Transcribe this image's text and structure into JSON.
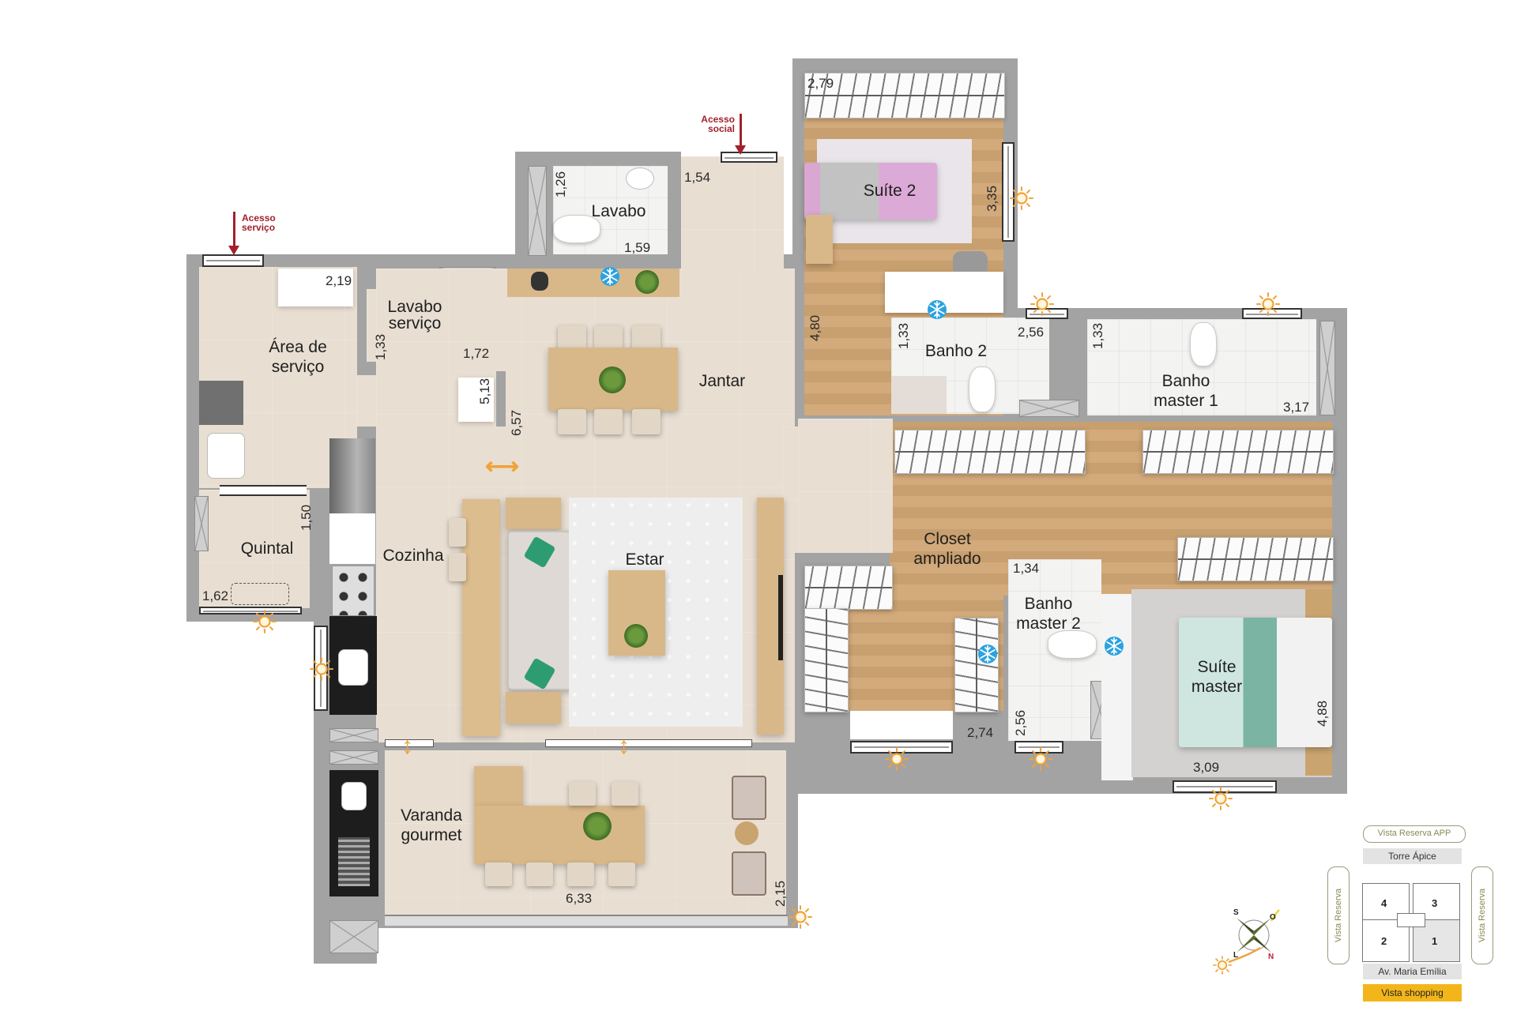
{
  "plan": {
    "access": {
      "service": "Acesso serviço",
      "social": "Acesso social"
    },
    "rooms": {
      "area_servico": "Área de serviço",
      "lavabo_servico": "Lavabo serviço",
      "quintal": "Quintal",
      "cozinha": "Cozinha",
      "lavabo": "Lavabo",
      "jantar": "Jantar",
      "estar": "Estar",
      "varanda_gourmet": "Varanda gourmet",
      "suite_2": "Suíte 2",
      "banho_2": "Banho 2",
      "banho_master_1": "Banho master 1",
      "closet_ampliado": "Closet ampliado",
      "banho_master_2": "Banho master 2",
      "suite_master": "Suíte master"
    },
    "dimensions": {
      "area_servico_w": "2,19",
      "lavabo_servico_h": "1,33",
      "lavabo_servico_w": "1,72",
      "quintal_h": "1,50",
      "quintal_w": "1,62",
      "lavabo_h": "1,26",
      "lavabo_w": "1,59",
      "hall_w": "1,54",
      "cozinha_len": "5,13",
      "living_len": "6,57",
      "varanda_w": "6,33",
      "varanda_h": "2,15",
      "suite2_w": "2,79",
      "suite2_h": "3,35",
      "suite2_len": "4,80",
      "banho2_h": "1,33",
      "banho2_w": "2,56",
      "banho_master1_h": "1,33",
      "banho_master1_w": "3,17",
      "banho_master2_w": "1,34",
      "banho_master2_h": "2,56",
      "closet_w": "2,74",
      "suite_master_w": "3,09",
      "suite_master_h": "4,88"
    }
  },
  "compass": {
    "labels": {
      "north": "N",
      "south": "S",
      "east": "L",
      "west": "O"
    },
    "north_color": "#c0203a"
  },
  "keymap": {
    "top": "Vista Reserva APP",
    "tower": "Torre Ápice",
    "left": "Vista Reserva",
    "right": "Vista Reserva",
    "units": [
      "4",
      "3",
      "2",
      "1"
    ],
    "highlighted_unit": "1",
    "street": "Av. Maria Emília",
    "bottom": "Vista shopping",
    "bottom_color": "#f2b61a"
  },
  "colors": {
    "wall": "#a3a3a3",
    "floor_tile": "#e6dccf",
    "floor_wood": "#d0a573",
    "access_arrow": "#a3202b",
    "sun": "#f0a23a",
    "ac": "#2aa3e0"
  }
}
